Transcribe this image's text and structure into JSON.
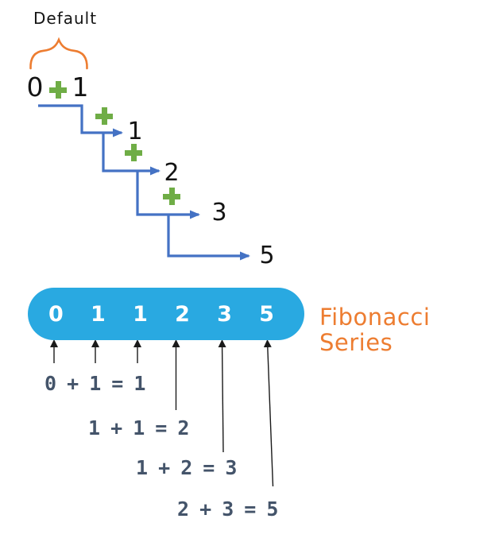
{
  "default_label": "Default",
  "seed": {
    "a": "0",
    "b": "1"
  },
  "stairs": {
    "results": [
      "1",
      "2",
      "3",
      "5"
    ]
  },
  "pill": {
    "values": [
      "0",
      "1",
      "1",
      "2",
      "3",
      "5"
    ]
  },
  "series_label": "Fibonacci Series",
  "equations": [
    "0 + 1 = 1",
    "1 + 1 = 2",
    "1 + 2 = 3",
    "2 + 3 = 5"
  ],
  "colors": {
    "stair_blue": "#4472C4",
    "plus_green": "#6FAD46",
    "brace_orange": "#ED7D31",
    "pill_blue": "#29A9E1",
    "pill_text": "#FFFFFF",
    "equation_slate": "#44546A",
    "series_orange": "#ED7D31",
    "ink_black": "#141414",
    "arrow_black": "#1a1a1a"
  }
}
